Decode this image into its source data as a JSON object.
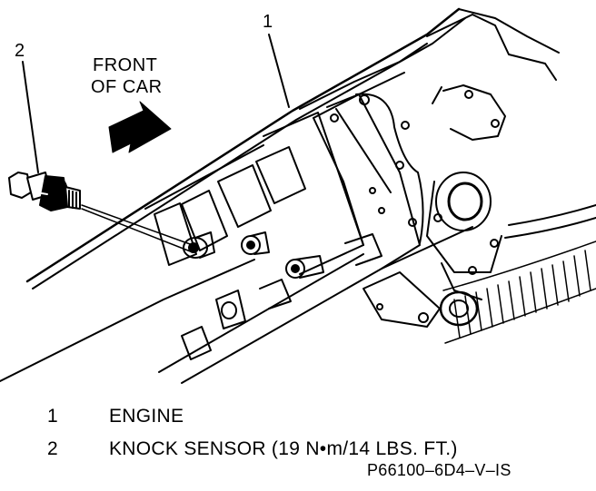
{
  "callouts": {
    "engine": "1",
    "knock_sensor": "2"
  },
  "direction": {
    "line1": "FRONT",
    "line2": "OF CAR"
  },
  "legend": [
    {
      "number": "1",
      "label": "ENGINE"
    },
    {
      "number": "2",
      "label": "KNOCK SENSOR (19 N•m/14 LBS. FT.)"
    }
  ],
  "figure_code": "P66100–6D4–V–IS",
  "colors": {
    "ink": "#000000",
    "paper": "#ffffff"
  }
}
